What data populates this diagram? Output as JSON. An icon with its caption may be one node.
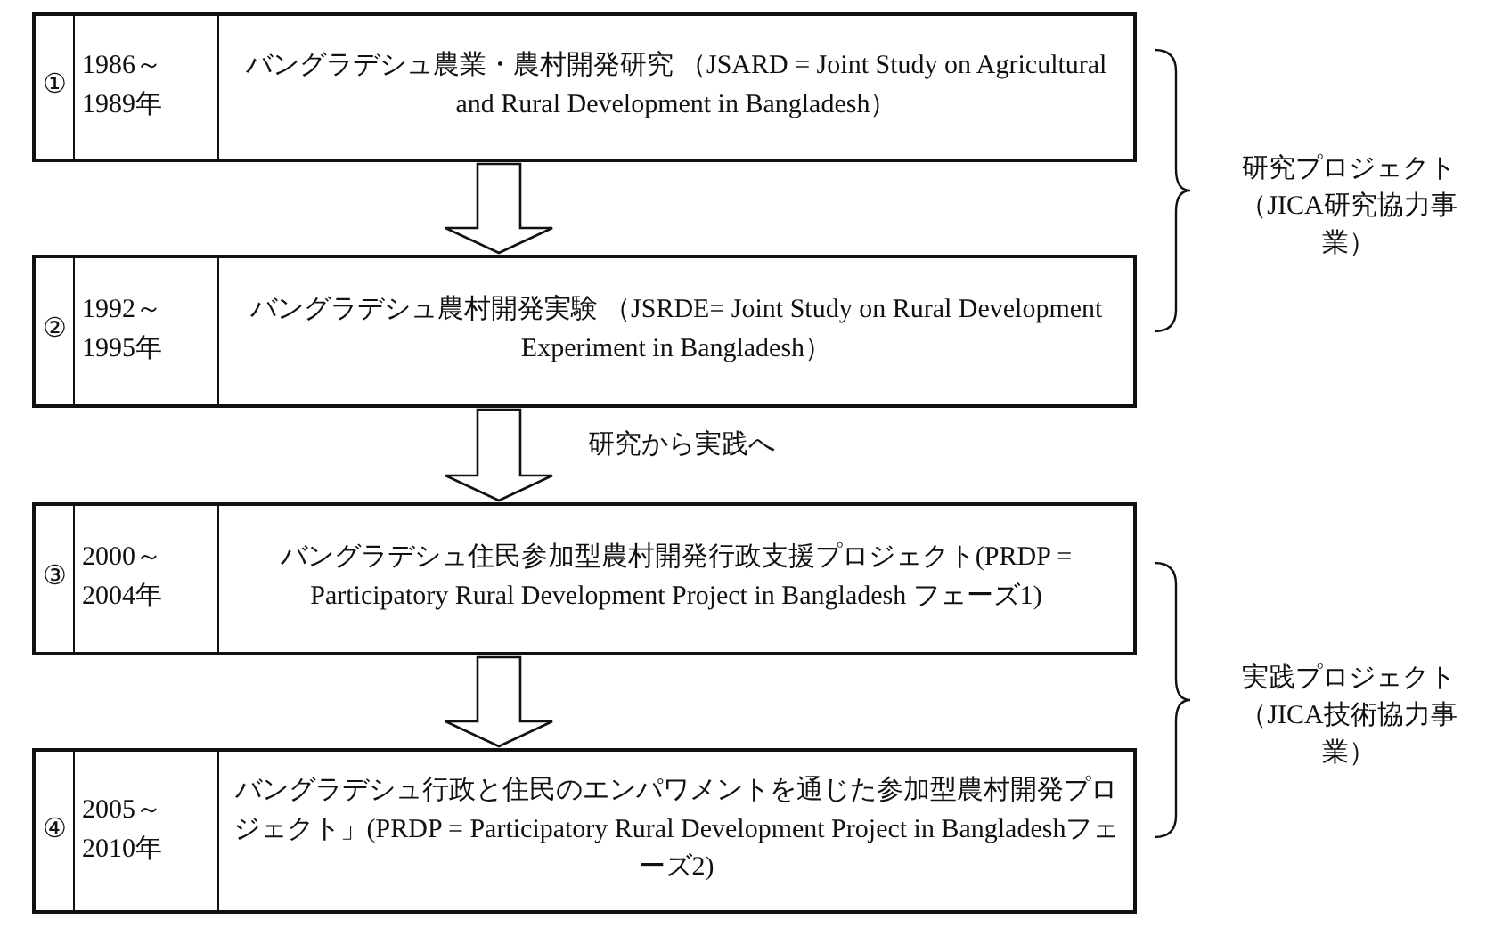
{
  "diagram": {
    "nodes": [
      {
        "text": [
          "①",
          "1986～1989年",
          "バングラデシュ農業・農村開発研究 （JSARD = Joint Study on Agricultural and Rural Development in Bangladesh）"
        ]
      },
      {
        "text": [
          "②",
          "1992～1995年",
          "バングラデシュ農村開発実験 （JSRDE= Joint Study on Rural Development Experiment in Bangladesh）"
        ]
      },
      {
        "text": [
          "③",
          "2000～2004年",
          "バングラデシュ住民参加型農村開発行政支援プロジェクト(PRDP = Participatory Rural Development Project in Bangladesh フェーズ1)"
        ]
      },
      {
        "text": [
          "④",
          "2005～2010年",
          "バングラデシュ行政と住民のエンパワメントを通じた参加型農村開発プロジェクト」(PRDP = Participatory Rural Development Project in Bangladeshフェーズ2)"
        ]
      }
    ],
    "edges": [
      {
        "from": 0,
        "to": 1,
        "arrow": "to"
      },
      {
        "from": 1,
        "to": 2,
        "arrow": "to",
        "label": "研究から実践へ"
      },
      {
        "from": 2,
        "to": 3,
        "arrow": "to"
      }
    ],
    "labels": [
      "研究プロジェクト（JICA研究協力事業）",
      "実践プロジェクト（JICA技術協力事業）"
    ]
  }
}
